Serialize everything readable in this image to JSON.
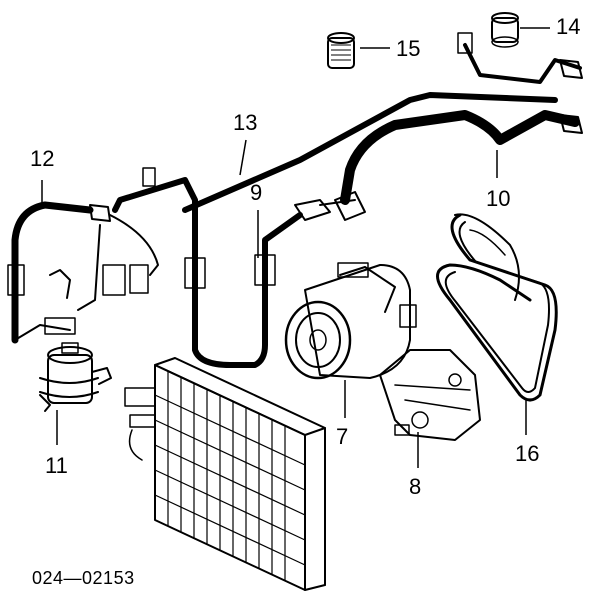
{
  "diagram": {
    "reference_code": "024—02153",
    "callouts": [
      {
        "id": "7",
        "label": "7",
        "part": "ac-compressor"
      },
      {
        "id": "8",
        "label": "8",
        "part": "compressor-bracket"
      },
      {
        "id": "9",
        "label": "9",
        "part": "suction-hose-small"
      },
      {
        "id": "10",
        "label": "10",
        "part": "pressure-pipe"
      },
      {
        "id": "11",
        "label": "11",
        "part": "receiver-drier"
      },
      {
        "id": "12",
        "label": "12",
        "part": "liquid-line"
      },
      {
        "id": "13",
        "label": "13",
        "part": "suction-line"
      },
      {
        "id": "14",
        "label": "14",
        "part": "pressure-switch"
      },
      {
        "id": "15",
        "label": "15",
        "part": "service-valve-cap"
      },
      {
        "id": "16",
        "label": "16",
        "part": "drive-belt"
      }
    ]
  }
}
